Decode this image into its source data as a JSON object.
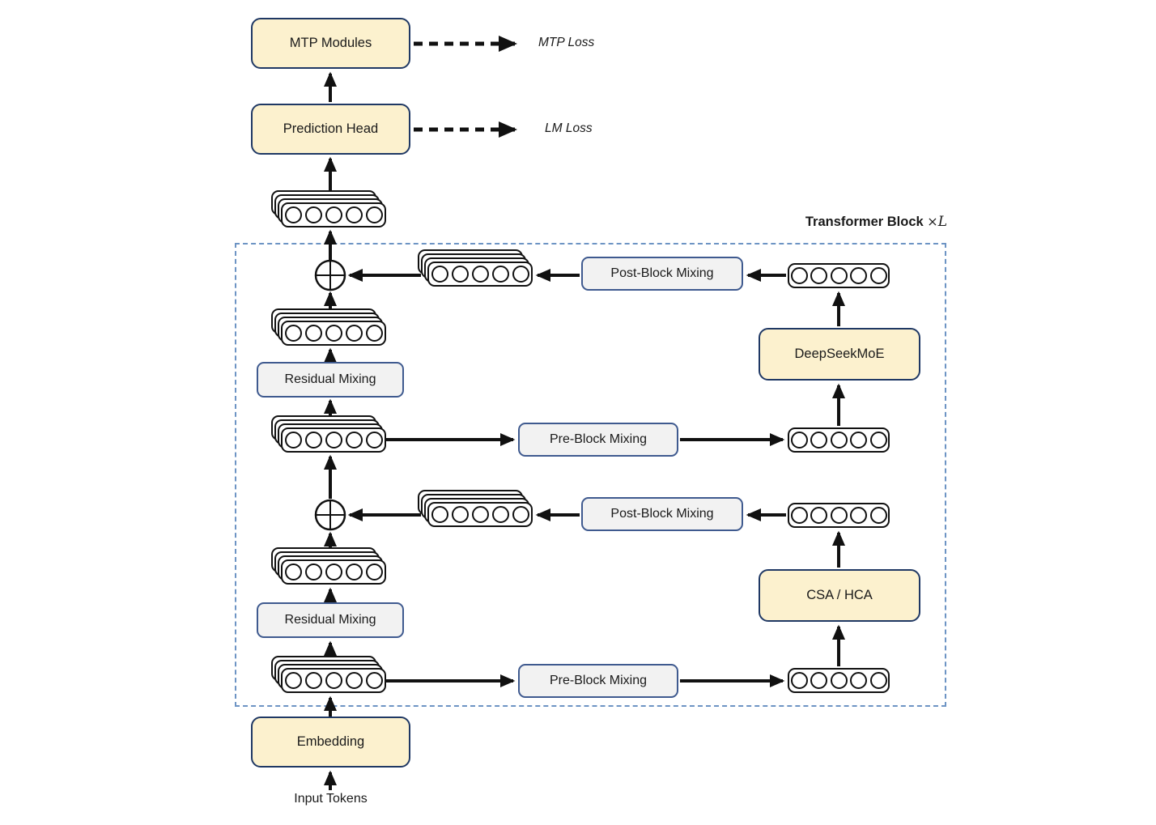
{
  "diagram": {
    "loop_label": {
      "bold_text": "Transformer Block",
      "times_symbol": "×",
      "loop_variable": "L"
    },
    "loss_labels": {
      "mtp_loss": "MTP Loss",
      "lm_loss": "LM Loss"
    },
    "input_label": "Input Tokens",
    "nodes": {
      "mtp_modules": "MTP Modules",
      "prediction_head": "Prediction Head",
      "embedding": "Embedding",
      "deepseekmoe": "DeepSeekMoE",
      "csa_hca": "CSA / HCA",
      "post_block_mixing_top": "Post-Block Mixing",
      "post_block_mixing_bottom": "Post-Block Mixing",
      "residual_mixing_top": "Residual Mixing",
      "residual_mixing_bottom": "Residual Mixing",
      "pre_block_mixing_top": "Pre-Block Mixing",
      "pre_block_mixing_bottom": "Pre-Block Mixing"
    },
    "tokens": {
      "circles_per_row": 5,
      "stack_back_layers": 3
    },
    "colors": {
      "module_fill": "#FCF1CE",
      "module_border": "#1F3864",
      "mixing_fill": "#F2F2F2",
      "mixing_border": "#3F5A8F",
      "block_boundary": "#6D94C4",
      "arrow": "#111111"
    }
  }
}
